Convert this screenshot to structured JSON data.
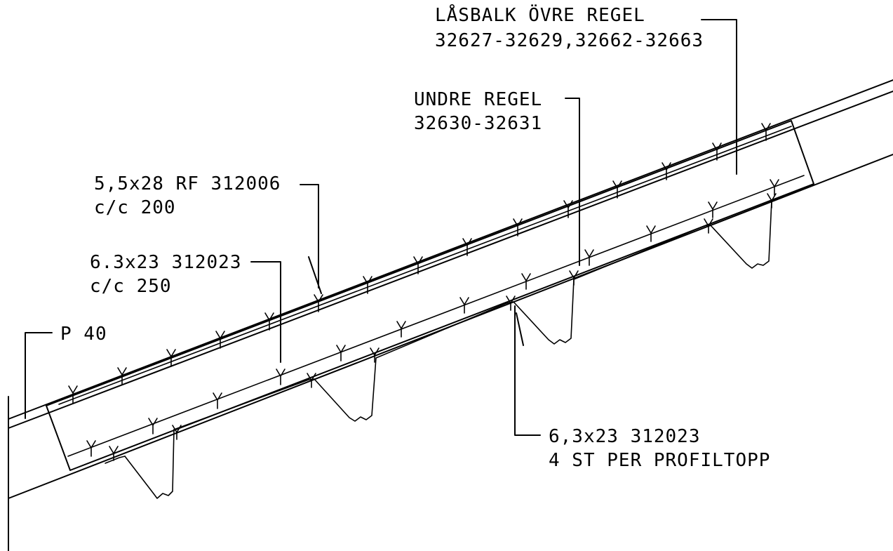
{
  "labels": {
    "lasbalk_title": "LÅSBALK ÖVRE REGEL",
    "lasbalk_numbers": "32627-32629,32662-32663",
    "undre_title": "UNDRE REGEL",
    "undre_numbers": "32630-32631",
    "screw_rf_spec": "5,5x28 RF 312006",
    "screw_rf_spacing": "c/c 200",
    "screw_63_spec": "6.3x23 312023",
    "screw_63_spacing": "c/c 250",
    "profile": "P 40",
    "profile_screw_spec": "6,3x23 312023",
    "profile_screw_count": "4 ST PER PROFILTOPP"
  }
}
